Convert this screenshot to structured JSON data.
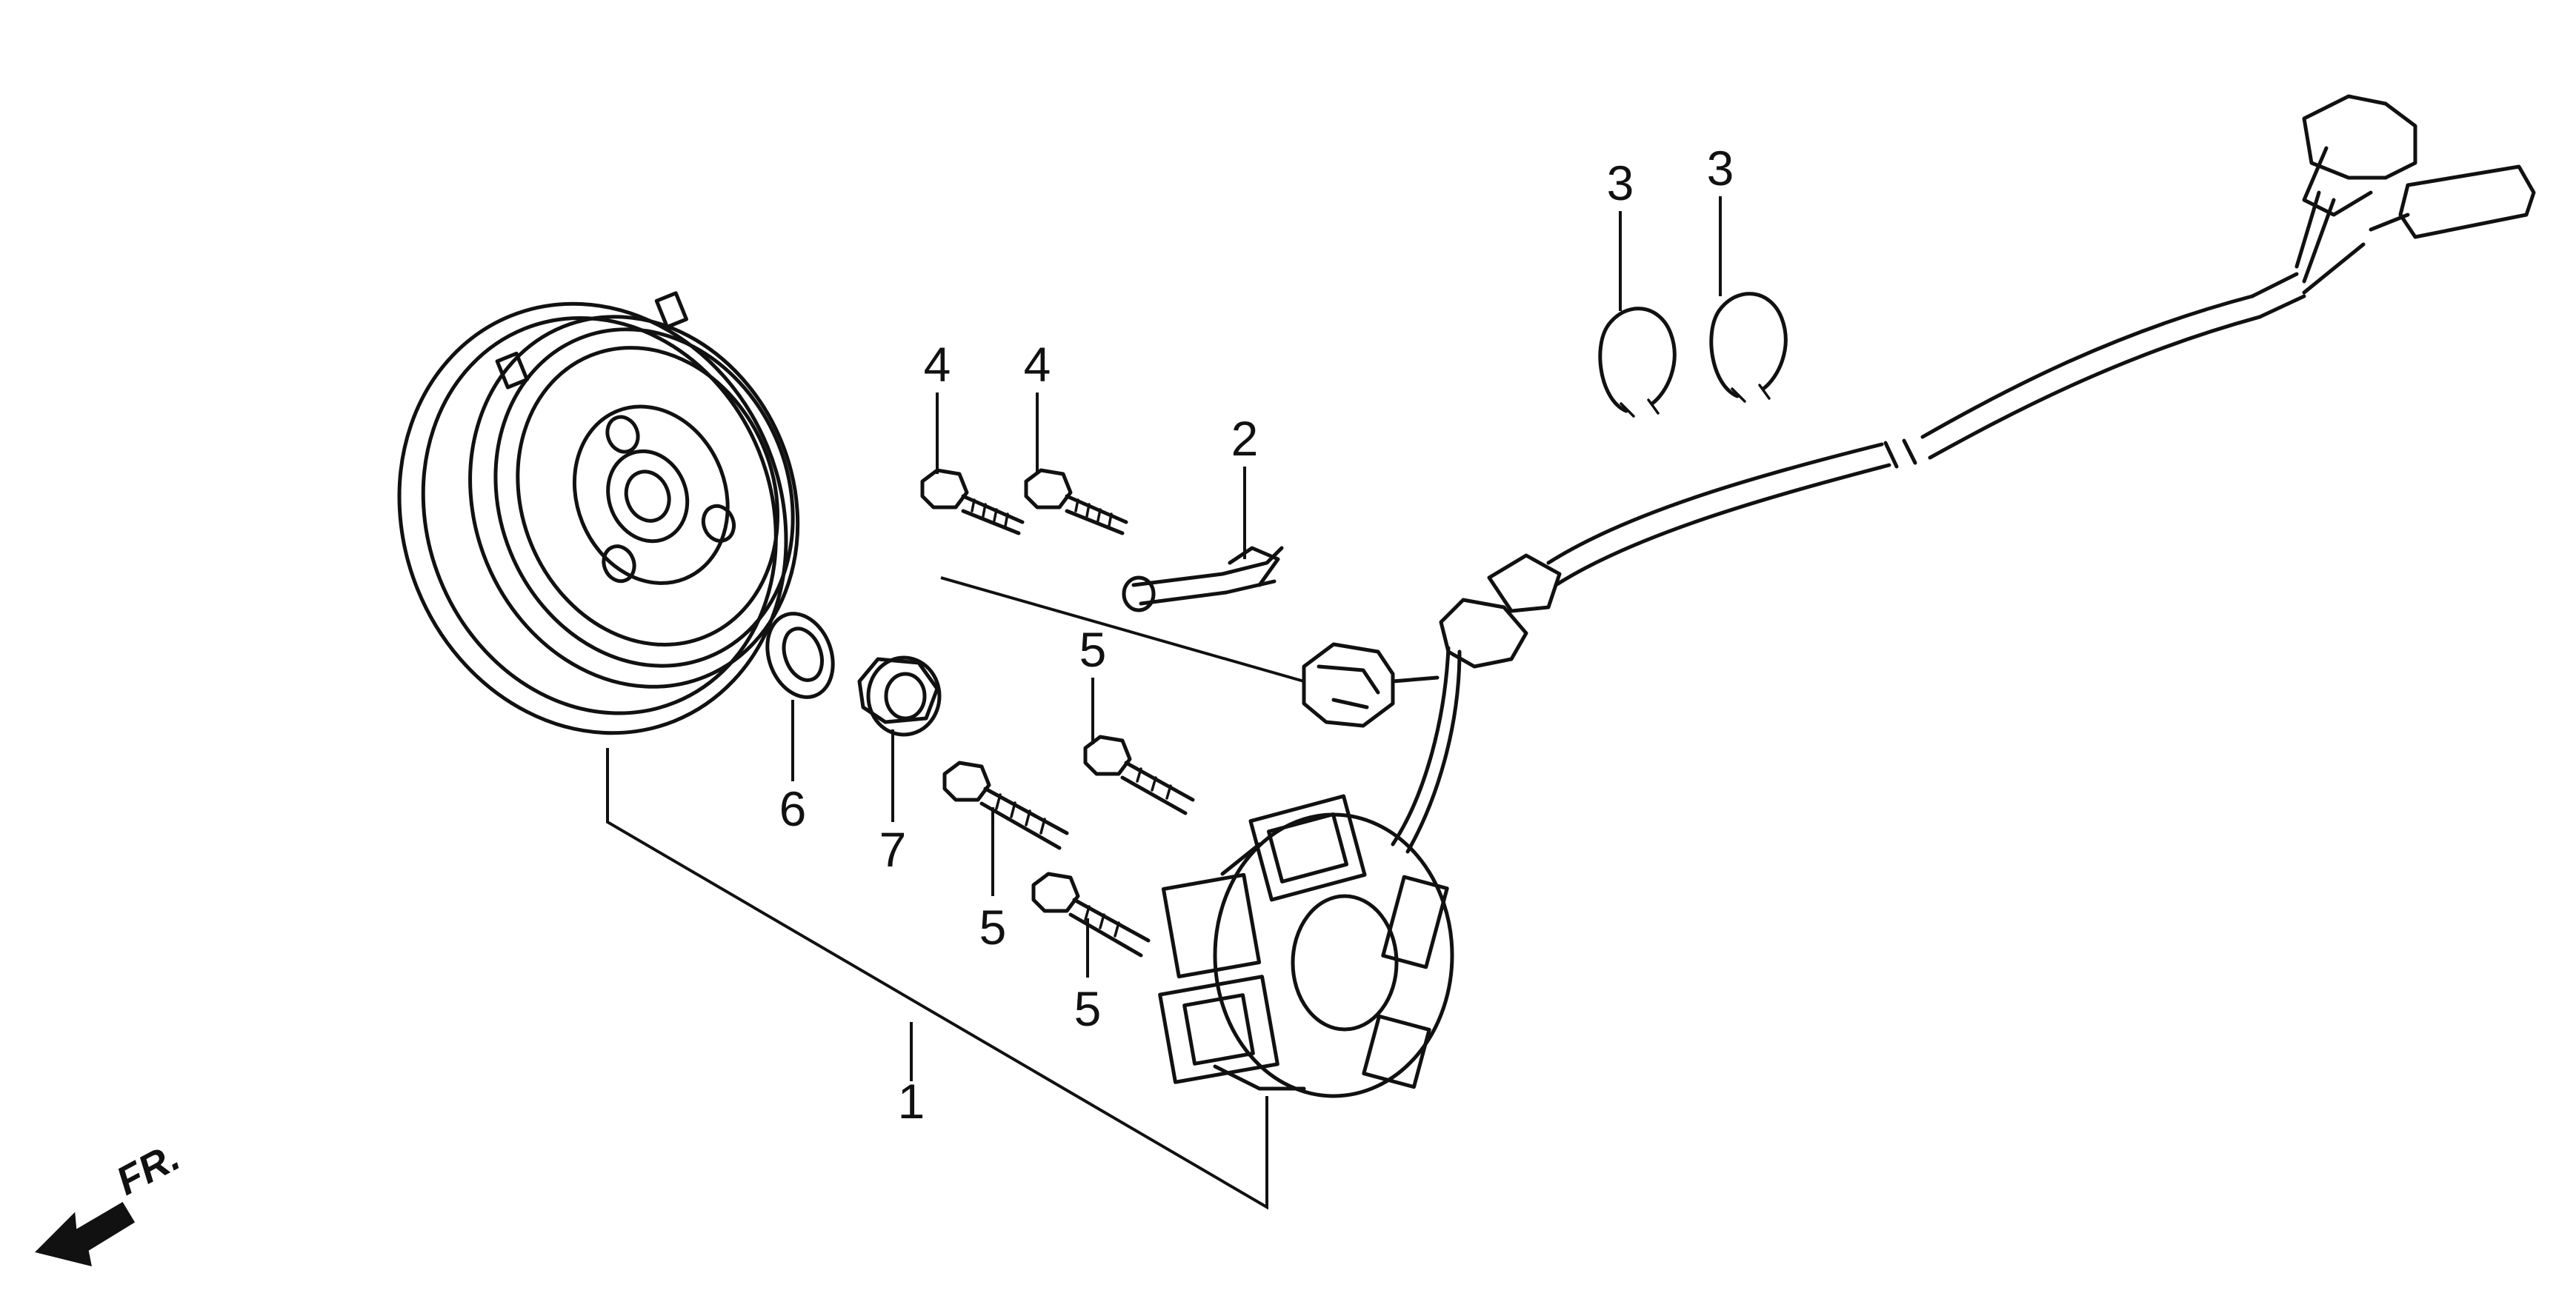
{
  "diagram": {
    "callouts": [
      {
        "id": "1",
        "label": "1"
      },
      {
        "id": "2",
        "label": "2"
      },
      {
        "id": "3a",
        "label": "3"
      },
      {
        "id": "3b",
        "label": "3"
      },
      {
        "id": "4a",
        "label": "4"
      },
      {
        "id": "4b",
        "label": "4"
      },
      {
        "id": "5a",
        "label": "5"
      },
      {
        "id": "5b",
        "label": "5"
      },
      {
        "id": "5c",
        "label": "5"
      },
      {
        "id": "6",
        "label": "6"
      },
      {
        "id": "7",
        "label": "7"
      }
    ],
    "direction_label": "FR."
  }
}
